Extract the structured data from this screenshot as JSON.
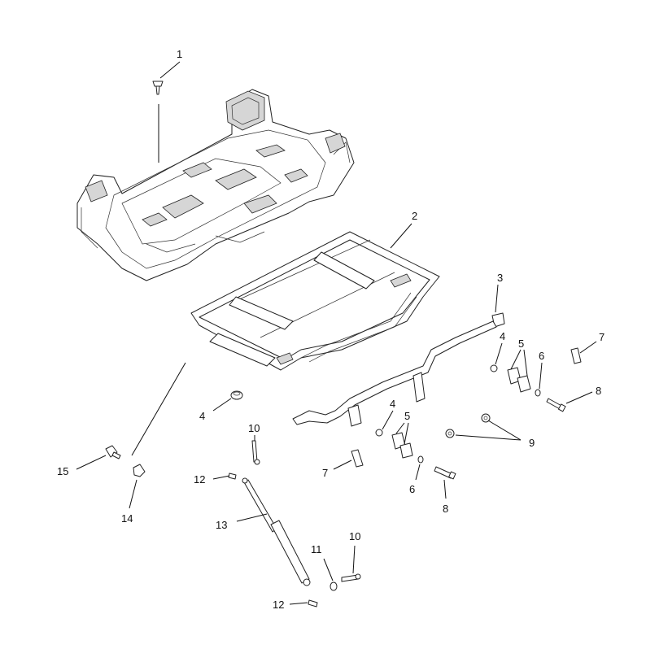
{
  "callouts": [
    {
      "label": "1"
    },
    {
      "label": "2"
    },
    {
      "label": "3"
    },
    {
      "label": "4"
    },
    {
      "label": "5"
    },
    {
      "label": "6"
    },
    {
      "label": "7"
    },
    {
      "label": "8"
    },
    {
      "label": "4"
    },
    {
      "label": "5"
    },
    {
      "label": "9"
    },
    {
      "label": "4"
    },
    {
      "label": "10"
    },
    {
      "label": "7"
    },
    {
      "label": "6"
    },
    {
      "label": "8"
    },
    {
      "label": "15"
    },
    {
      "label": "12"
    },
    {
      "label": "14"
    },
    {
      "label": "13"
    },
    {
      "label": "11"
    },
    {
      "label": "10"
    },
    {
      "label": "12"
    }
  ]
}
